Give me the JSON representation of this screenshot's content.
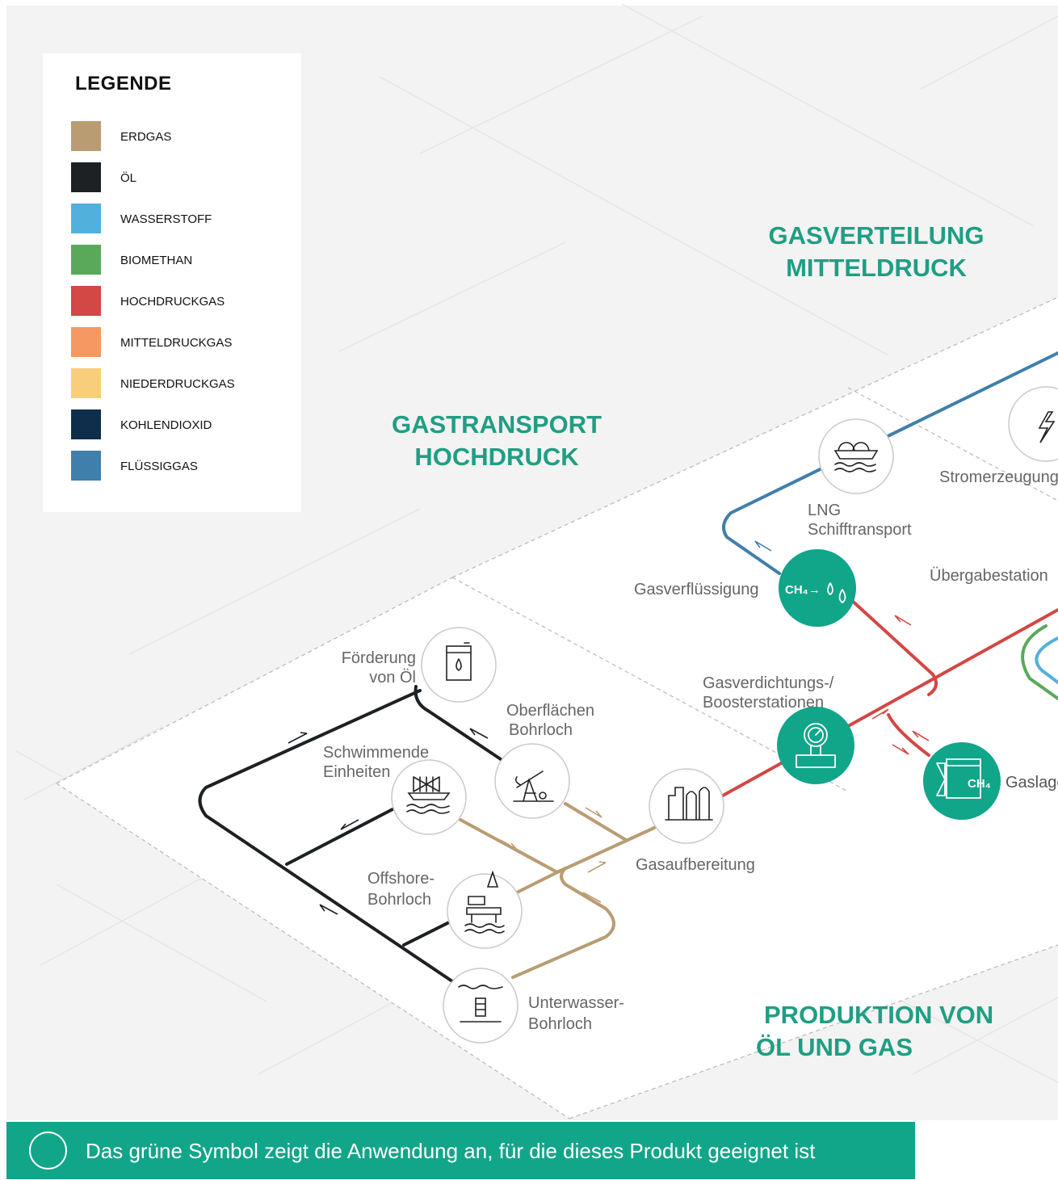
{
  "legend": {
    "title": "LEGENDE",
    "items": [
      {
        "label": "ERDGAS",
        "color": "#b99c72"
      },
      {
        "label": "ÖL",
        "color": "#1e2124"
      },
      {
        "label": "WASSERSTOFF",
        "color": "#52b1dc"
      },
      {
        "label": "BIOMETHAN",
        "color": "#5aa95b"
      },
      {
        "label": "HOCHDRUCKGAS",
        "color": "#d34744"
      },
      {
        "label": "MITTELDRUCKGAS",
        "color": "#f69861"
      },
      {
        "label": "NIEDERDRUCKGAS",
        "color": "#f9ce7b"
      },
      {
        "label": "KOHLENDIOXID",
        "color": "#0e2e4c"
      },
      {
        "label": "FLÜSSIGGAS",
        "color": "#3f7fab"
      }
    ]
  },
  "regions": {
    "mitteldruck": [
      "GASVERTEILUNG",
      "MITTELDRUCK"
    ],
    "hochdruck": [
      "GASTRANSPORT",
      "HOCHDRUCK"
    ],
    "produktion": [
      "PRODUKTION VON",
      "ÖL UND GAS"
    ]
  },
  "nodes": {
    "lng": [
      "LNG",
      "Schifftransport"
    ],
    "strom": "Stromerzeugung",
    "uebergabe": "Übergabestation",
    "verfluessigung": "Gasverflüssigung",
    "verfluessigung_icon": "CH₄→",
    "verdichtung": [
      "Gasverdichtungs-/",
      "Boosterstationen"
    ],
    "speicher": "Gaslager",
    "speicher_icon": "CH₄",
    "oel": [
      "Förderung",
      "von Öl"
    ],
    "oberflaeche": [
      "Oberflächen",
      "Bohrloch"
    ],
    "schwimmend": [
      "Schwimmende",
      "Einheiten"
    ],
    "aufbereitung": "Gasaufbereitung",
    "offshore": [
      "Offshore-",
      "Bohrloch"
    ],
    "unterwasser": [
      "Unterwasser-",
      "Bohrloch"
    ]
  },
  "icons": {
    "lng": "lng-ship-icon",
    "strom": "lightning-icon",
    "verfluessigung": "liquefaction-icon",
    "verdichtung": "pressure-gauge-icon",
    "speicher": "gas-storage-tank-icon",
    "oel": "oil-barrel-icon",
    "oberflaeche": "pumpjack-icon",
    "schwimmend": "floating-platform-icon",
    "aufbereitung": "gas-processing-plant-icon",
    "offshore": "offshore-rig-icon",
    "unterwasser": "subsea-well-icon"
  },
  "colors": {
    "accent": "#1f9e83",
    "node_green": "#11a58a",
    "footer": "#11a58a"
  },
  "footer": {
    "text": "Das grüne Symbol zeigt die Anwendung an, für die dieses Produkt geeignet ist"
  }
}
